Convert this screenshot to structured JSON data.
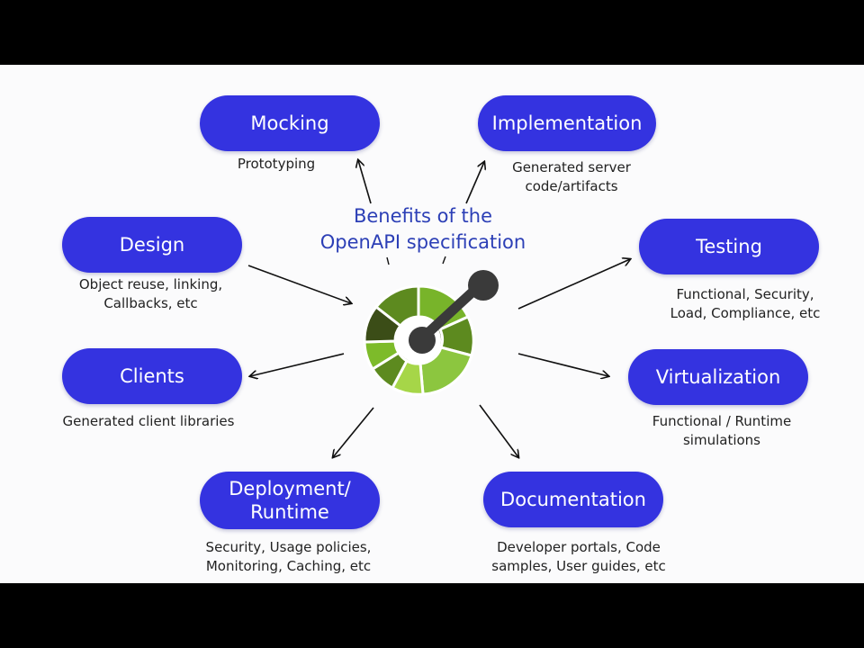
{
  "title": "Benefits of the\nOpenAPI specification",
  "colors": {
    "pill": "#3433e0",
    "title": "#2c3fb6",
    "logo_dark": "#3b4d17",
    "logo_light": "#7dbb2a",
    "knob": "#3a3a3a"
  },
  "icons": {
    "logo": "openapi-logo-icon"
  },
  "nodes": {
    "mocking": {
      "label": "Mocking",
      "desc": "Prototyping"
    },
    "implementation": {
      "label": "Implementation",
      "desc": "Generated server\ncode/artifacts"
    },
    "design": {
      "label": "Design",
      "desc": "Object reuse, linking,\nCallbacks, etc"
    },
    "testing": {
      "label": "Testing",
      "desc": "Functional, Security,\nLoad, Compliance, etc"
    },
    "clients": {
      "label": "Clients",
      "desc": "Generated client libraries"
    },
    "virtualization": {
      "label": "Virtualization",
      "desc": "Functional / Runtime\nsimulations"
    },
    "deployment": {
      "label": "Deployment/\nRuntime",
      "desc": "Security, Usage policies,\nMonitoring, Caching, etc"
    },
    "documentation": {
      "label": "Documentation",
      "desc": "Developer portals, Code\nsamples, User guides, etc"
    }
  }
}
